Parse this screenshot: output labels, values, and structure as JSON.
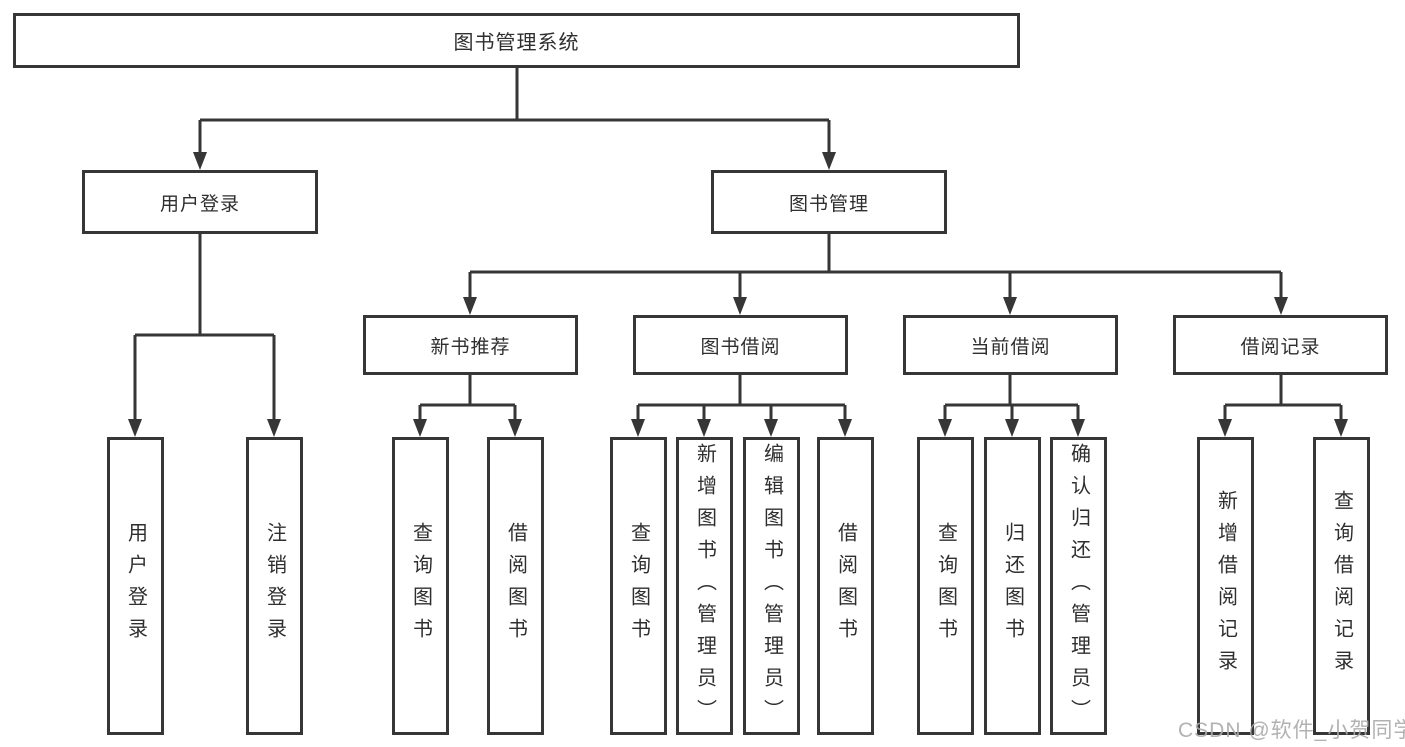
{
  "diagram": {
    "root": {
      "label": "图书管理系统"
    },
    "branches": [
      {
        "label": "用户登录",
        "leaves": [
          {
            "label": "用户登录"
          },
          {
            "label": "注销登录"
          }
        ]
      },
      {
        "label": "图书管理",
        "groups": [
          {
            "label": "新书推荐",
            "leaves": [
              {
                "label": "查询图书"
              },
              {
                "label": "借阅图书"
              }
            ]
          },
          {
            "label": "图书借阅",
            "leaves": [
              {
                "label": "查询图书"
              },
              {
                "label": "新增图书（管理员）"
              },
              {
                "label": "编辑图书（管理员）"
              },
              {
                "label": "借阅图书"
              }
            ]
          },
          {
            "label": "当前借阅",
            "leaves": [
              {
                "label": "查询图书"
              },
              {
                "label": "归还图书"
              },
              {
                "label": "确认归还（管理员）"
              }
            ]
          },
          {
            "label": "借阅记录",
            "leaves": [
              {
                "label": "新增借阅记录"
              },
              {
                "label": "查询借阅记录"
              }
            ]
          }
        ]
      }
    ]
  },
  "watermark": {
    "text": "CSDN @软件_小贺同学"
  },
  "colors": {
    "line": "#363636",
    "box_border": "#363636",
    "box_fill": "#ffffff",
    "text": "#2f2f2f",
    "watermark": "#aaaaaa"
  }
}
